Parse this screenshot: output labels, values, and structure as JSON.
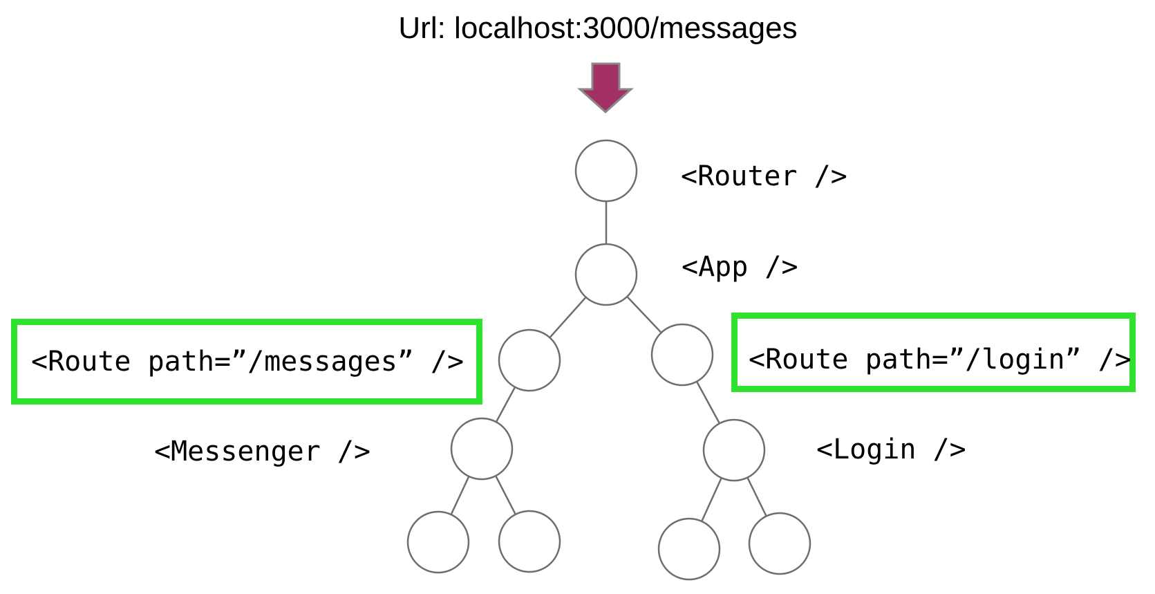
{
  "title": "Url: localhost:3000/messages",
  "colors": {
    "highlight_green": "#2ee22e",
    "arrow_fill": "#a23064",
    "arrow_stroke": "#8a8a8a",
    "tree_stroke": "#6e6e6e",
    "text": "#000000",
    "node_fill": "#ffffff"
  },
  "diagram": {
    "arrow_icon": "down-arrow",
    "node_labels": {
      "router": "<Router />",
      "app": "<App />",
      "messenger": "<Messenger />",
      "login": "<Login />"
    },
    "route_boxes": {
      "messages": "<Route path=”/messages” />",
      "login": "<Route path=”/login” />"
    }
  }
}
